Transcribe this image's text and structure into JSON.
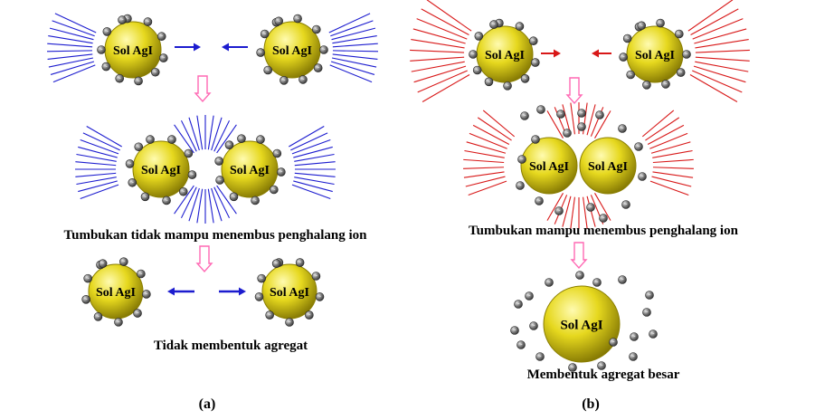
{
  "sol_label": "Sol AgI",
  "ion_label": "-",
  "panel_a": {
    "label": "(a)",
    "caption_collision": "Tumbukan tidak mampu menembus penghalang ion",
    "caption_result": "Tidak membentuk agregat"
  },
  "panel_b": {
    "label": "(b)",
    "caption_collision": "Tumbukan mampu menembus penghalang ion",
    "caption_result": "Membentuk agregat besar"
  },
  "colors": {
    "sphere_fill": "#e6d81e",
    "sphere_dark": "#8a7e00",
    "ion_fill": "#6b6b6b",
    "lines_a": "#1c1ccf",
    "lines_b": "#d81818",
    "step_arrow": "#ff69b4",
    "text": "#000000"
  }
}
